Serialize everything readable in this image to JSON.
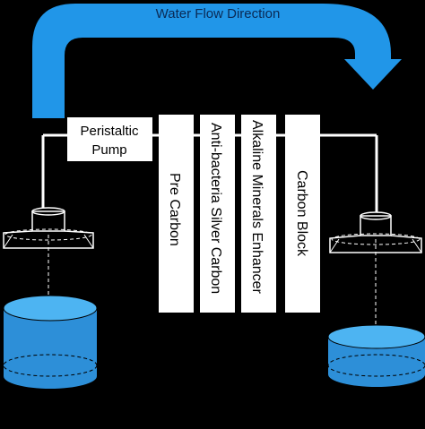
{
  "flow_label": "Water Flow Direction",
  "pump_label_line1": "Peristaltic",
  "pump_label_line2": "Pump",
  "filters": [
    {
      "label": "Pre Carbon"
    },
    {
      "label": "Anti-bacteria Silver Carbon"
    },
    {
      "label": "Alkaline Minerals Enhancer"
    },
    {
      "label": "Carbon Block"
    }
  ],
  "colors": {
    "background": "#000000",
    "arrow": "#2196e8",
    "water_top": "#4db4f2",
    "water_body": "#2d8fd8",
    "box_fill": "#ffffff",
    "line": "#ffffff"
  }
}
